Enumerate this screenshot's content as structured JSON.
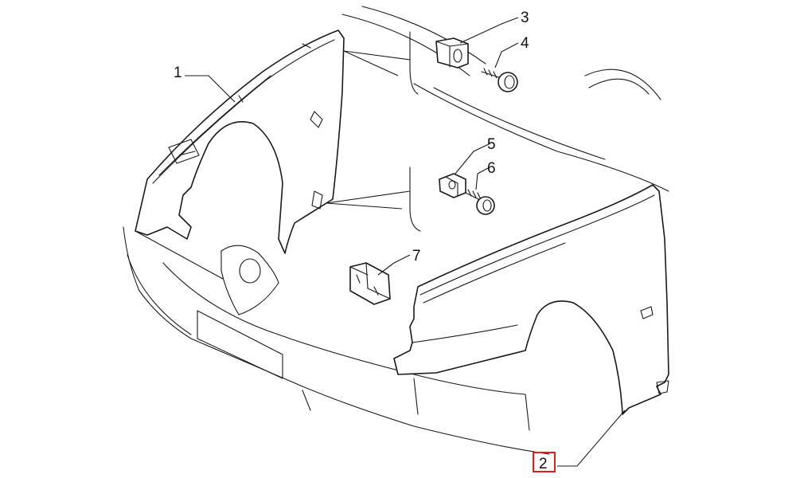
{
  "callouts": {
    "p1": "1",
    "p2": "2",
    "p3": "3",
    "p4": "4",
    "p5": "5",
    "p6": "6",
    "p7": "7"
  },
  "highlight": {
    "part": "2",
    "color": "#e02020"
  }
}
